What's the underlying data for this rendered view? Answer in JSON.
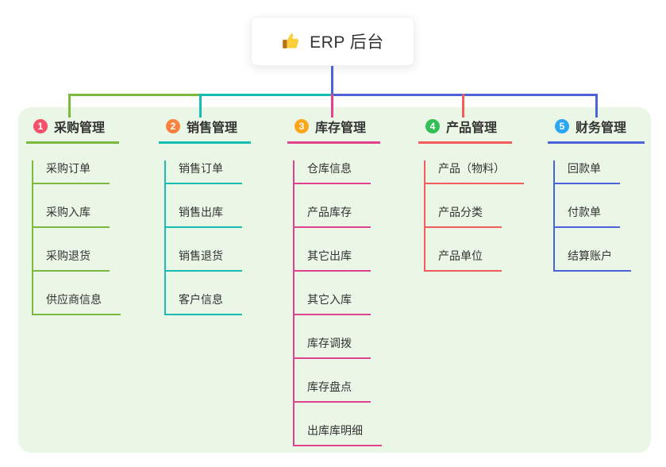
{
  "root": {
    "title": "ERP 后台",
    "icon": "thumbs-up",
    "line_color": "#4b62d8"
  },
  "branches": [
    {
      "number": "1",
      "title": "采购管理",
      "line_color": "#7cba3f",
      "badge_color": "#f4526b",
      "items": [
        "采购订单",
        "采购入库",
        "采购退货",
        "供应商信息"
      ]
    },
    {
      "number": "2",
      "title": "销售管理",
      "line_color": "#17bdb3",
      "badge_color": "#f9823f",
      "items": [
        "销售订单",
        "销售出库",
        "销售退货",
        "客户信息"
      ]
    },
    {
      "number": "3",
      "title": "库存管理",
      "line_color": "#e2418e",
      "badge_color": "#fca71b",
      "items": [
        "仓库信息",
        "产品库存",
        "其它出库",
        "其它入库",
        "库存调拨",
        "库存盘点",
        "出库库明细"
      ]
    },
    {
      "number": "4",
      "title": "产品管理",
      "line_color": "#f25d5c",
      "badge_color": "#33bf56",
      "items": [
        "产品（物料）",
        "产品分类",
        "产品单位"
      ]
    },
    {
      "number": "5",
      "title": "财务管理",
      "line_color": "#4b62d8",
      "badge_color": "#2ba6f2",
      "items": [
        "回款单",
        "付款单",
        "结算账户"
      ]
    }
  ],
  "colors": {
    "panel_background": "#eaf6e6"
  }
}
